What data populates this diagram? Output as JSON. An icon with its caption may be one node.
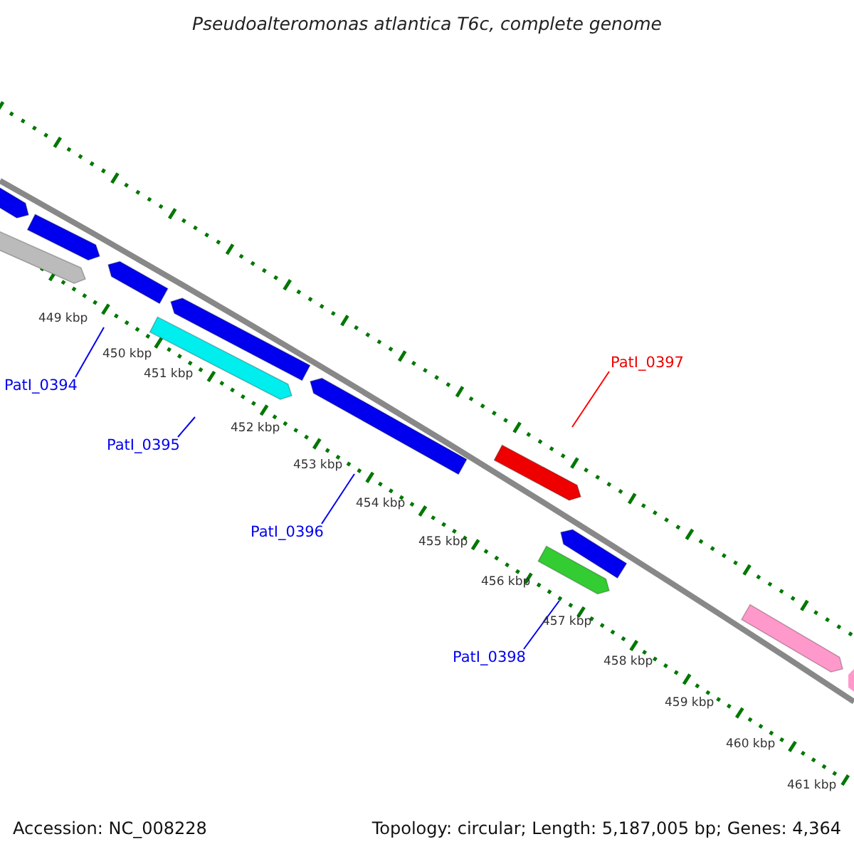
{
  "diagram": {
    "title": "Pseudoalteromonas atlantica T6c, complete genome",
    "nodes": [
      {
        "text": [
          "PatI_0397"
        ]
      },
      {
        "text": [
          "PatI_0394"
        ]
      },
      {
        "text": [
          "PatI_0395"
        ]
      },
      {
        "text": [
          "PatI_0396"
        ]
      },
      {
        "text": [
          "PatI_0398"
        ]
      }
    ],
    "edges": [
      {
        "from": 0,
        "to": null,
        "arrow": "none",
        "color": "#ff0000"
      },
      {
        "from": 1,
        "to": null,
        "arrow": "none"
      },
      {
        "from": 2,
        "to": null,
        "arrow": "none"
      },
      {
        "from": 3,
        "to": null,
        "arrow": "none"
      },
      {
        "from": 4,
        "to": null,
        "arrow": "none"
      }
    ],
    "labels": [
      "449 kbp",
      "450 kbp",
      "451 kbp",
      "452 kbp",
      "453 kbp",
      "454 kbp",
      "455 kbp",
      "456 kbp",
      "457 kbp",
      "458 kbp",
      "459 kbp",
      "460 kbp",
      "461 kbp",
      "Accession: NC_008228",
      "Topology: circular; Length: 5,187,005 bp; Genes: 4,364"
    ]
  }
}
